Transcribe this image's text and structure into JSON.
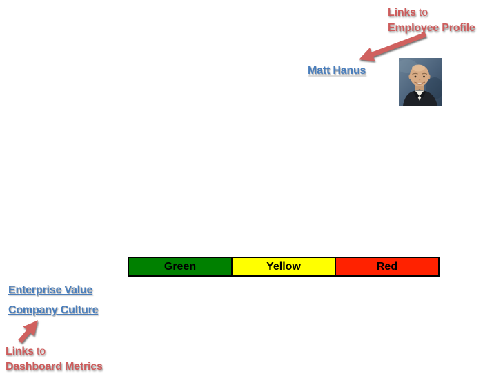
{
  "canvas": {
    "background": "#ffffff"
  },
  "employee_profile_annotation": {
    "line1_strong": "Links",
    "line1_rest": "to",
    "line2": "Employee Profile",
    "color": "#cd5c5c"
  },
  "dashboard_metrics_annotation": {
    "line1_strong": "Links",
    "line1_rest": "to",
    "line2": "Dashboard Metrics",
    "color": "#cd5c5c"
  },
  "links": {
    "color": "#4a7ebc",
    "employee": {
      "label": "Matt Hanus"
    },
    "metrics": [
      {
        "label": "Enterprise Value"
      },
      {
        "label": "Company Culture"
      }
    ]
  },
  "status_legend": {
    "text_color": "#000000",
    "items": [
      {
        "label": "Green",
        "color": "#008000"
      },
      {
        "label": "Yellow",
        "color": "#ffff00"
      },
      {
        "label": "Red",
        "color": "#ff2200"
      }
    ]
  },
  "arrows": {
    "color": "#d0615f"
  }
}
